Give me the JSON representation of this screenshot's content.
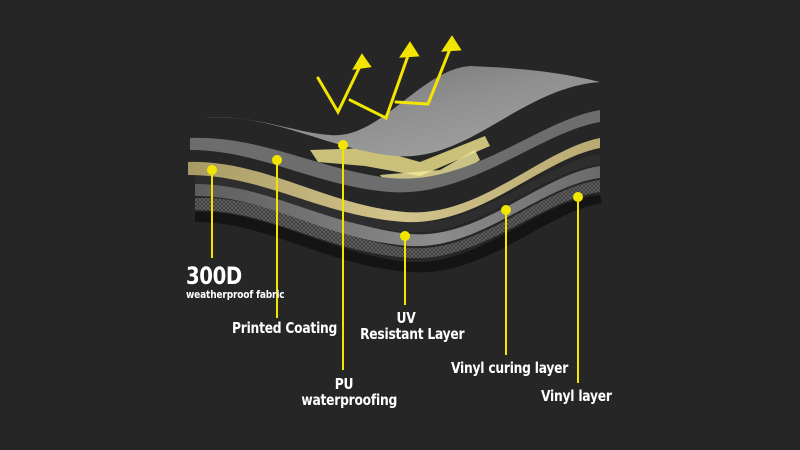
{
  "colors": {
    "background": "#262626",
    "accent": "#f2e600",
    "gold_layer": "#c7b880",
    "grey_layer": "#8a8a8a",
    "text": "#ffffff"
  },
  "layers": [
    {
      "id": "fabric",
      "title": "300D",
      "subtitle": "weatherproof fabric"
    },
    {
      "id": "printed",
      "label": "Printed Coating"
    },
    {
      "id": "pu",
      "line1": "PU",
      "line2": "waterproofing"
    },
    {
      "id": "uv",
      "line1": "UV",
      "line2": "Resistant Layer"
    },
    {
      "id": "vinyl-curing",
      "label": "Vinyl curing layer"
    },
    {
      "id": "vinyl",
      "label": "Vinyl layer"
    }
  ],
  "icons": {
    "reflection": "zigzag-arrows-icon"
  }
}
